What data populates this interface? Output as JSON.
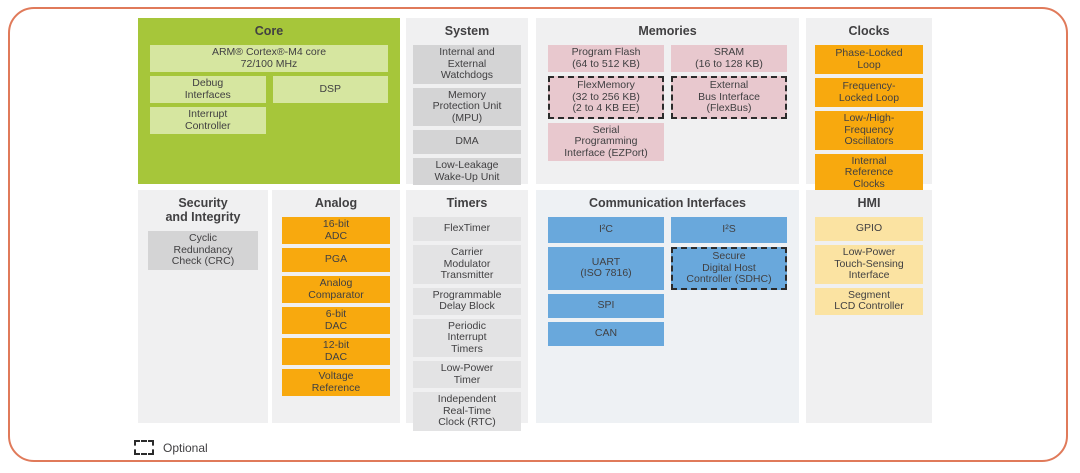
{
  "legend": {
    "label": "Optional"
  },
  "colors": {
    "frame_border": "#e07a5a",
    "text": "#414042",
    "core_section_bg": "#a6c63a",
    "gray_section_bg": "#f0f0f1",
    "comm_section_bg": "#eef1f4",
    "core_block": "#d6e6a0",
    "system_block": "#d4d4d5",
    "timers_block": "#e3e3e4",
    "memories_block": "#e8c8ce",
    "orange_block": "#f8a90e",
    "blue_block": "#69a8dc",
    "hmi_block": "#fbe3a2"
  },
  "sections": [
    {
      "id": "core",
      "title": "Core",
      "bg": "#a6c63a",
      "block_color": "#d6e6a0",
      "blocks": [
        {
          "id": "arm-cortex-m4-core",
          "label": "ARM® Cortex®-M4 core\n72/100 MHz"
        },
        {
          "id": "debug-interfaces",
          "label": "Debug\nInterfaces"
        },
        {
          "id": "dsp",
          "label": "DSP"
        },
        {
          "id": "interrupt-controller",
          "label": "Interrupt\nController"
        }
      ]
    },
    {
      "id": "system",
      "title": "System",
      "bg": "#f0f0f1",
      "block_color": "#d4d4d5",
      "blocks": [
        {
          "id": "internal-external-watchdogs",
          "label": "Internal and\nExternal\nWatchdogs"
        },
        {
          "id": "memory-protection-unit",
          "label": "Memory\nProtection Unit\n(MPU)"
        },
        {
          "id": "dma",
          "label": "DMA"
        },
        {
          "id": "low-leakage-wake-up-unit",
          "label": "Low-Leakage\nWake-Up Unit"
        }
      ]
    },
    {
      "id": "memories",
      "title": "Memories",
      "bg": "#f0f0f1",
      "block_color": "#e8c8ce",
      "blocks": [
        {
          "id": "program-flash",
          "label": "Program Flash\n(64 to 512 KB)"
        },
        {
          "id": "sram",
          "label": "SRAM\n(16 to 128 KB)"
        },
        {
          "id": "flexmemory",
          "label": "FlexMemory\n(32 to 256 KB)\n(2 to 4 KB EE)",
          "optional": true
        },
        {
          "id": "external-bus-interface",
          "label": "External\nBus Interface\n(FlexBus)",
          "optional": true
        },
        {
          "id": "serial-programming-interface-ezport",
          "label": "Serial\nProgramming\nInterface (EZPort)"
        }
      ]
    },
    {
      "id": "clocks",
      "title": "Clocks",
      "bg": "#f0f0f1",
      "block_color": "#f8a90e",
      "blocks": [
        {
          "id": "phase-locked-loop",
          "label": "Phase-Locked\nLoop"
        },
        {
          "id": "frequency-locked-loop",
          "label": "Frequency-\nLocked Loop"
        },
        {
          "id": "low-high-frequency-oscillators",
          "label": "Low-/High-\nFrequency\nOscillators"
        },
        {
          "id": "internal-reference-clocks",
          "label": "Internal\nReference\nClocks"
        }
      ]
    },
    {
      "id": "security",
      "title": "Security\nand Integrity",
      "bg": "#f0f0f1",
      "block_color": "#d4d4d5",
      "blocks": [
        {
          "id": "cyclic-redundancy-check",
          "label": "Cyclic\nRedundancy\nCheck (CRC)"
        }
      ]
    },
    {
      "id": "analog",
      "title": "Analog",
      "bg": "#f0f0f1",
      "block_color": "#f8a90e",
      "blocks": [
        {
          "id": "16-bit-adc",
          "label": "16-bit\nADC"
        },
        {
          "id": "pga",
          "label": "PGA"
        },
        {
          "id": "analog-comparator",
          "label": "Analog\nComparator"
        },
        {
          "id": "6-bit-dac",
          "label": "6-bit\nDAC"
        },
        {
          "id": "12-bit-dac",
          "label": "12-bit\nDAC"
        },
        {
          "id": "voltage-reference",
          "label": "Voltage\nReference"
        }
      ]
    },
    {
      "id": "timers",
      "title": "Timers",
      "bg": "#f0f0f1",
      "block_color": "#e3e3e4",
      "blocks": [
        {
          "id": "flextimer",
          "label": "FlexTimer"
        },
        {
          "id": "carrier-modulator-transmitter",
          "label": "Carrier\nModulator\nTransmitter"
        },
        {
          "id": "programmable-delay-block",
          "label": "Programmable\nDelay Block"
        },
        {
          "id": "periodic-interrupt-timers",
          "label": "Periodic\nInterrupt\nTimers"
        },
        {
          "id": "low-power-timer",
          "label": "Low-Power\nTimer"
        },
        {
          "id": "independent-real-time-clock",
          "label": "Independent\nReal-Time\nClock (RTC)"
        }
      ]
    },
    {
      "id": "comm",
      "title": "Communication Interfaces",
      "bg": "#eef1f4",
      "block_color": "#69a8dc",
      "blocks": [
        {
          "id": "i2c",
          "label": "I²C"
        },
        {
          "id": "i2s",
          "label": "I²S"
        },
        {
          "id": "uart-iso-7816",
          "label": "UART\n(ISO 7816)"
        },
        {
          "id": "secure-digital-host-controller",
          "label": "Secure\nDigital Host\nController (SDHC)",
          "optional": true
        },
        {
          "id": "spi",
          "label": "SPI"
        },
        {
          "id": "can",
          "label": "CAN"
        }
      ]
    },
    {
      "id": "hmi",
      "title": "HMI",
      "bg": "#f0f0f1",
      "block_color": "#fbe3a2",
      "blocks": [
        {
          "id": "gpio",
          "label": "GPIO"
        },
        {
          "id": "low-power-touch-sensing-interface",
          "label": "Low-Power\nTouch-Sensing\nInterface"
        },
        {
          "id": "segment-lcd-controller",
          "label": "Segment\nLCD Controller"
        }
      ]
    }
  ]
}
